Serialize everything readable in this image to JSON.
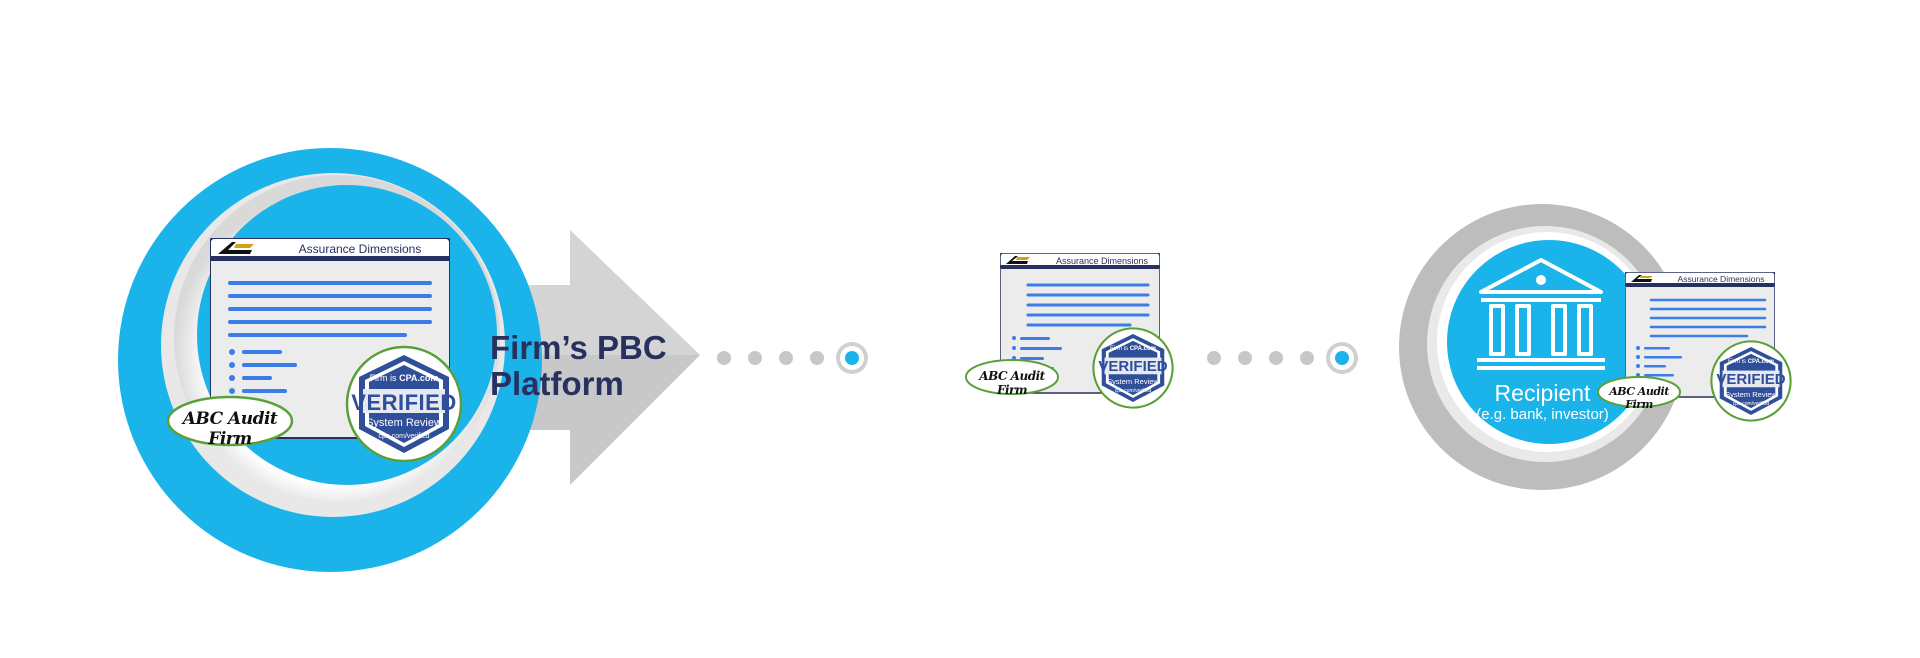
{
  "colors": {
    "accent_blue": "#1bb4ea",
    "arrow_gray": "#c6c6c6",
    "navy": "#27305f",
    "line_blue": "#3a7ce8",
    "oval_green": "#5aa03a",
    "badge_blue": "#2f4f9a",
    "ring_gray": "#bcbcbc"
  },
  "icons": {
    "logo": "assurance-dimensions-logo-icon",
    "badge": "cpa-verified-badge-icon",
    "recipient": "bank-building-icon"
  },
  "documents": [
    {
      "header_title": "Assurance Dimensions",
      "firm_signature": "ABC Audit Firm",
      "badge": {
        "top_text": "Firm is",
        "brand": "CPA.com",
        "main": "VERIFIED",
        "sub": "System Review",
        "url": "cpa.com/verified"
      }
    },
    {
      "header_title": "Assurance Dimensions",
      "firm_signature": "ABC Audit Firm",
      "badge": {
        "top_text": "Firm is",
        "brand": "CPA.com",
        "main": "VERIFIED",
        "sub": "System Review",
        "url": "cpa.com/verified"
      }
    },
    {
      "header_title": "Assurance Dimensions",
      "firm_signature": "ABC Audit Firm",
      "badge": {
        "top_text": "Firm is",
        "brand": "CPA.com",
        "main": "VERIFIED",
        "sub": "System Review",
        "url": "cpa.com/verified"
      }
    }
  ],
  "arrow_label": {
    "line1": "Firm’s PBC",
    "line2": "Platform"
  },
  "recipient": {
    "title": "Recipient",
    "subtitle": "(e.g. bank, investor)"
  }
}
